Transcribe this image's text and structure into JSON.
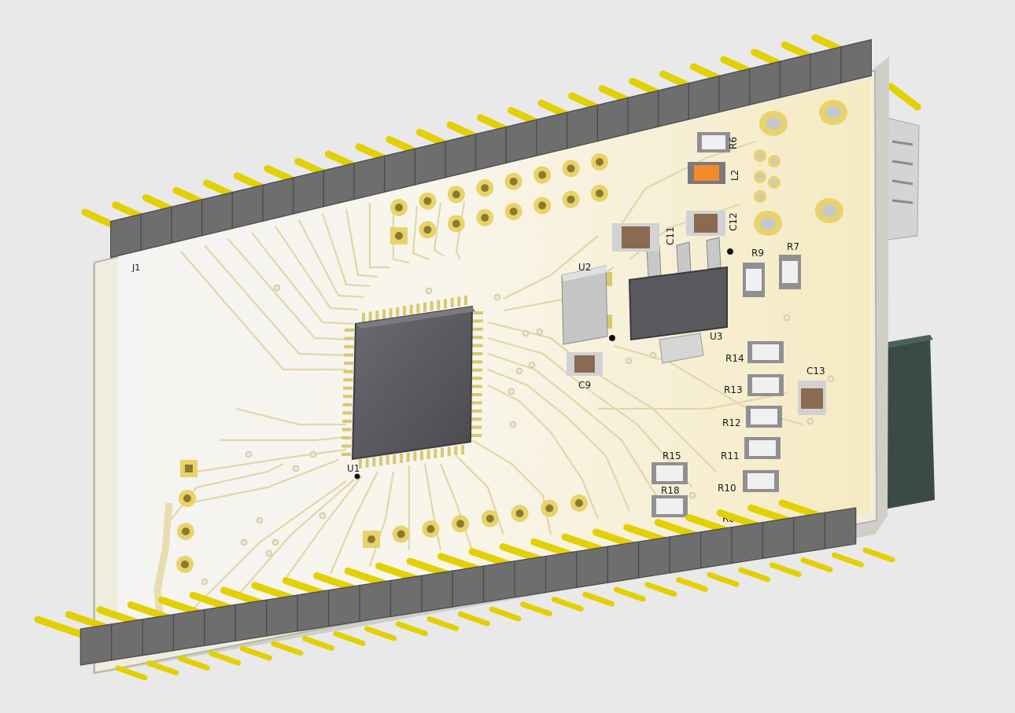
{
  "scene": {
    "background_color": "#e9e9e9",
    "board_color": "#f6ecc6",
    "silk_color": "#1a1a1a",
    "pin_color": "#e3d000",
    "header_color": "#6e6e6e",
    "ic_color": "#5e5e62",
    "usb_color": "#3a4a46"
  },
  "labels": {
    "j1": "J1",
    "u1": "U1",
    "u2": "U2",
    "u3": "U3",
    "r6": "R6",
    "l2": "L2",
    "c11": "C11",
    "c12": "C12",
    "r9": "R9",
    "r7": "R7",
    "c9": "C9",
    "r14": "R14",
    "r13": "R13",
    "c13": "C13",
    "r12": "R12",
    "r11": "R11",
    "r10": "R10",
    "r15": "R15",
    "r18": "R18",
    "r8": "R8"
  }
}
